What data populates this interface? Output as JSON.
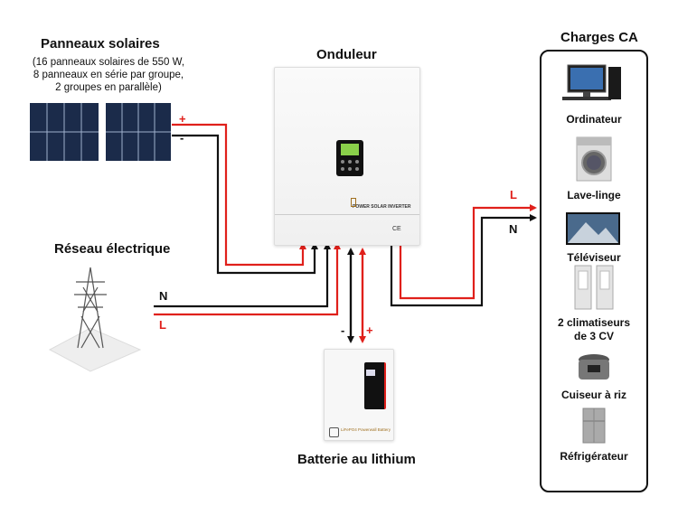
{
  "solar": {
    "title": "Panneaux solaires",
    "details": [
      "(16 panneaux solaires de 550 W,",
      "8 panneaux en série par groupe,",
      "2 groupes en parallèle)"
    ],
    "plus": "+",
    "minus": "-"
  },
  "inverter": {
    "title": "Onduleur",
    "brand": "POWER SOLAR INVERTER",
    "ce_mark": "CE"
  },
  "grid": {
    "title": "Réseau électrique",
    "neutral": "N",
    "line": "L"
  },
  "battery": {
    "title": "Batterie au lithium",
    "minus": "-",
    "plus": "+",
    "brand": "LiFePO4 Powerwall Battery"
  },
  "loads": {
    "title": "Charges CA",
    "line": "L",
    "neutral": "N",
    "items": [
      {
        "label": "Ordinateur",
        "icon": "computer-icon"
      },
      {
        "label": "Lave-linge",
        "icon": "washing-machine-icon"
      },
      {
        "label": "Téléviseur",
        "icon": "tv-icon"
      },
      {
        "label": "2 climatiseurs de 3 CV",
        "icon": "air-conditioner-icon"
      },
      {
        "label": "Cuiseur à riz",
        "icon": "rice-cooker-icon"
      },
      {
        "label": "Réfrigérateur",
        "icon": "refrigerator-icon"
      }
    ]
  },
  "colors": {
    "positive": "#e0201b",
    "negative": "#111111"
  }
}
